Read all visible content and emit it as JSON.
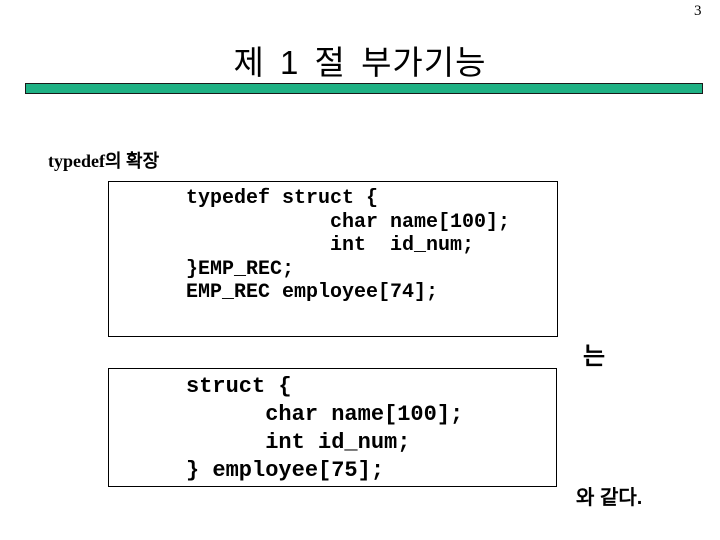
{
  "slide": {
    "page_number": "3",
    "title": "제 1 절 부가기능",
    "divider_color": "#1eb184",
    "heading": "typedef의 확장",
    "code_box_1": {
      "lines": [
        "typedef struct {",
        "            char name[100];",
        "            int  id_num;",
        "}EMP_REC;",
        "EMP_REC employee[74];"
      ]
    },
    "connector_text": "는",
    "code_box_2": {
      "lines": [
        "struct {",
        "      char name[100];",
        "      int id_num;",
        "} employee[75];"
      ]
    },
    "footer_text": "와 같다."
  }
}
